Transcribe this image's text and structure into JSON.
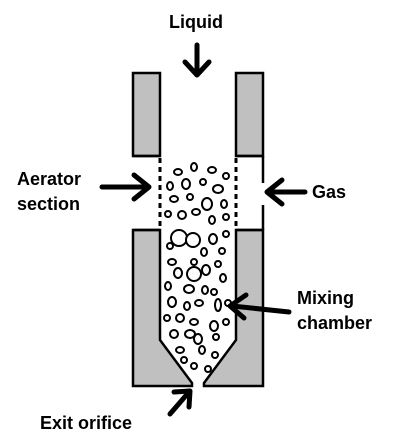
{
  "labels": {
    "liquid": "Liquid",
    "aerator_line1": "Aerator",
    "aerator_line2": "section",
    "gas": "Gas",
    "mixing_line1": "Mixing",
    "mixing_line2": "chamber",
    "exit_orifice": "Exit orifice"
  },
  "colors": {
    "wall_fill": "#c0c0c0",
    "outline": "#000000",
    "background": "#ffffff"
  }
}
